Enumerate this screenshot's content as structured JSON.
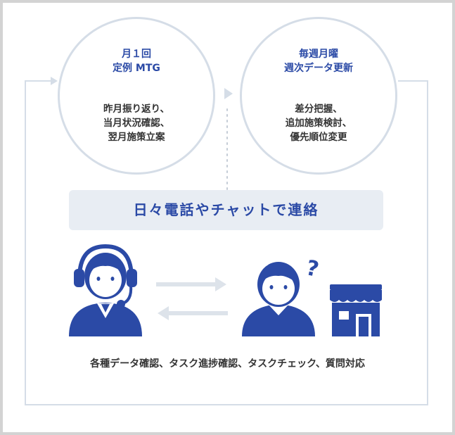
{
  "monthly_meeting": {
    "title_line1": "月１回",
    "title_line2": "定例 MTG",
    "body_line1": "昨月振り返り、",
    "body_line2": "当月状況確認、",
    "body_line3": "翌月施策立案"
  },
  "weekly_update": {
    "title_line1": "毎週月曜",
    "title_line2": "週次データ更新",
    "body_line1": "差分把握、",
    "body_line2": "追加施策検討、",
    "body_line3": "優先順位変更"
  },
  "daily_contact": {
    "label": "日々電話やチャットで連絡"
  },
  "activities": {
    "caption": "各種データ確認、タスク進捗確認、タスクチェック、質問対応"
  },
  "colors": {
    "accent_blue": "#2b4aa6",
    "banner_bg": "#e8edf3",
    "loop_line": "#d5dde7",
    "arrow_gray": "#dde3ea"
  },
  "icons": {
    "operator": "headset-operator-icon",
    "client": "confused-person-icon",
    "question": "question-mark-icon",
    "store": "storefront-icon"
  }
}
